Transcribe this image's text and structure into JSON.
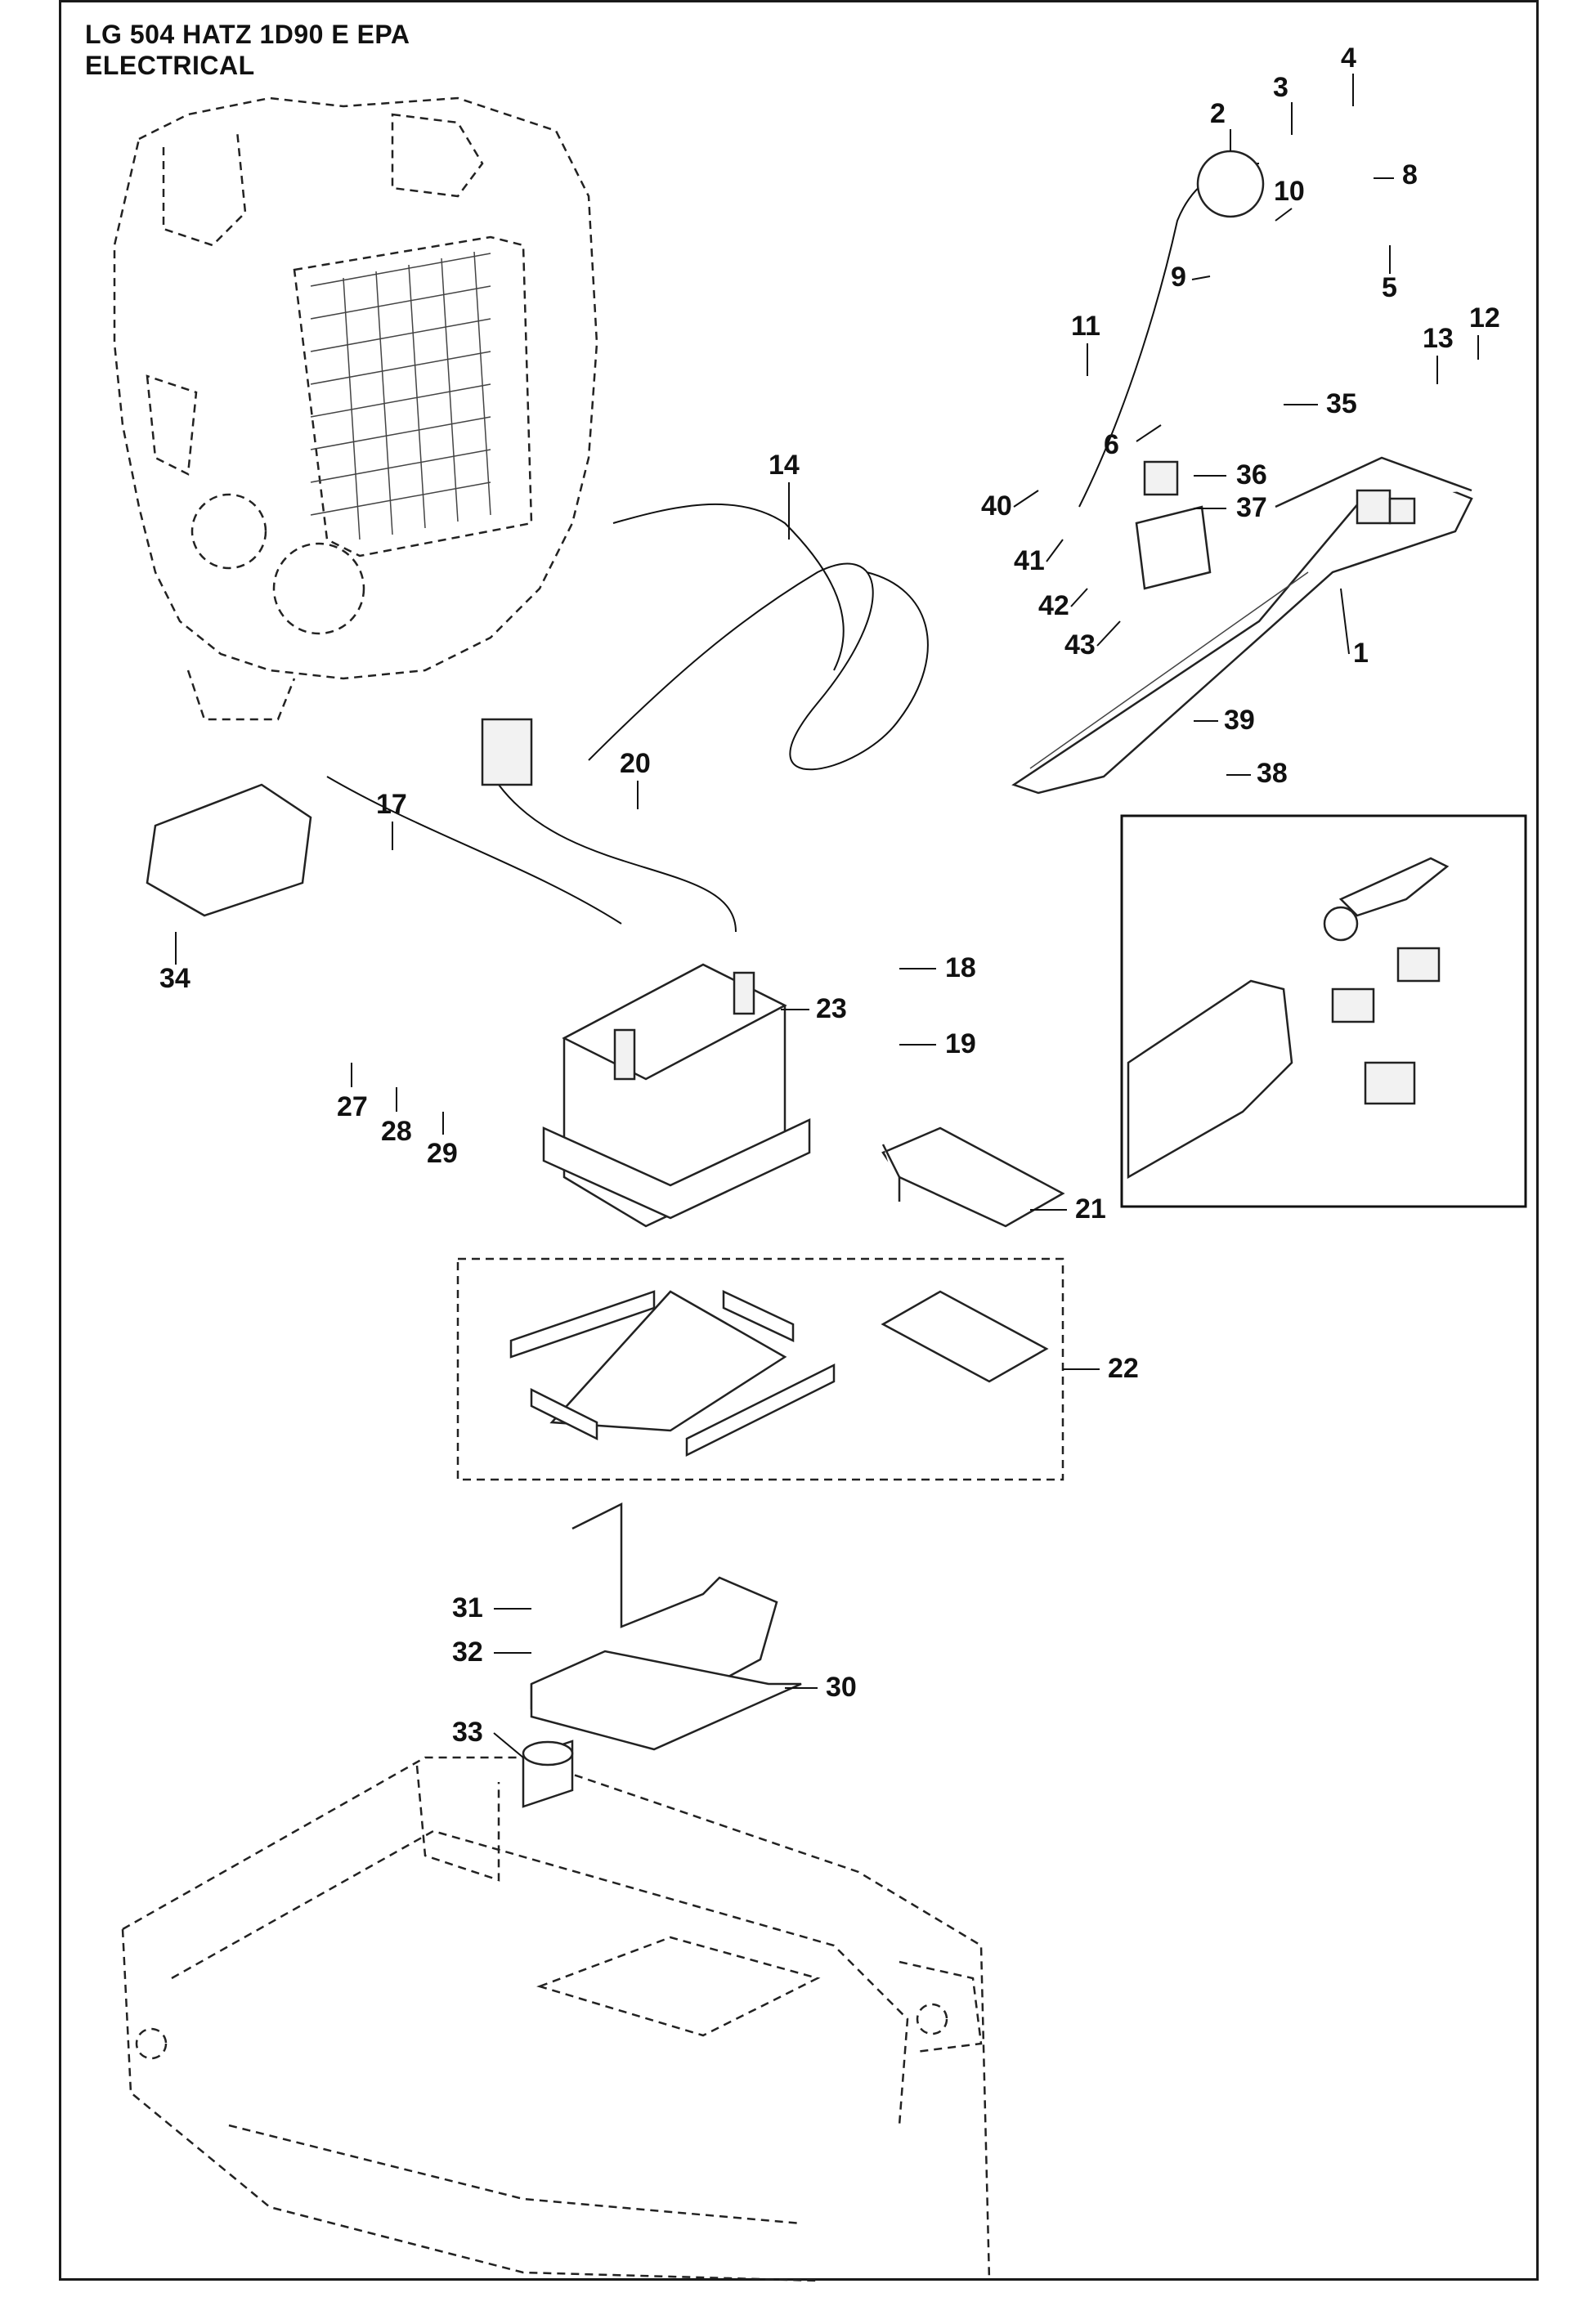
{
  "header": {
    "title_line1": "LG 504 HATZ 1D90 E EPA",
    "title_line2": "ELECTRICAL"
  },
  "callouts": [
    "1",
    "2",
    "3",
    "4",
    "5",
    "6",
    "8",
    "9",
    "10",
    "11",
    "12",
    "13",
    "14",
    "17",
    "18",
    "19",
    "20",
    "21",
    "22",
    "23",
    "27",
    "28",
    "29",
    "30",
    "31",
    "32",
    "33",
    "34",
    "35",
    "36",
    "37",
    "38",
    "39",
    "40",
    "41",
    "42",
    "43"
  ]
}
